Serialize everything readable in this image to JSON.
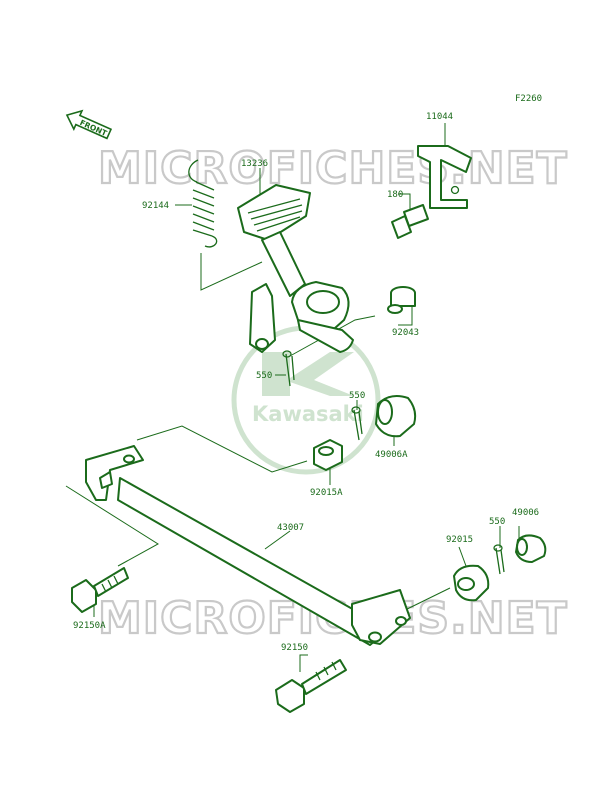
{
  "figure_code": "F2260",
  "front_label": "FRONT",
  "watermark_text": "MICROFICHES.NET",
  "logo_text": "Kawasaki",
  "colors": {
    "line": "#1b6b1b",
    "watermark": "#c9c9c9",
    "logo": "#cfe3cf",
    "background": "#ffffff"
  },
  "parts": {
    "p11044": "11044",
    "p13236": "13236",
    "p92144": "92144",
    "p180": "180",
    "p92043": "92043",
    "p550_upper": "550",
    "p550_mid": "550",
    "p49006A": "49006A",
    "p92015A": "92015A",
    "p43007": "43007",
    "p550_lower": "550",
    "p49006": "49006",
    "p92015": "92015",
    "p92150A": "92150A",
    "p92150": "92150"
  }
}
